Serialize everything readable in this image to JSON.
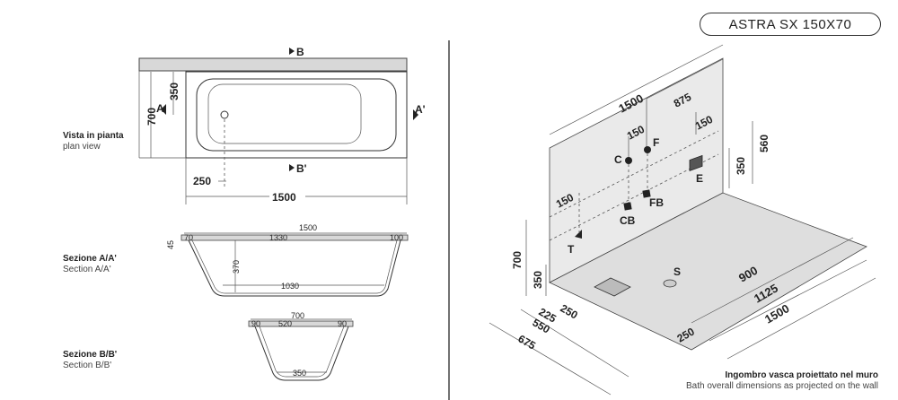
{
  "model": "ASTRA SX 150X70",
  "views": {
    "plan": {
      "title": "Vista in pianta",
      "subtitle": "plan view"
    },
    "section_a": {
      "title": "Sezione A/A'",
      "subtitle": "Section A/A'"
    },
    "section_b": {
      "title": "Sezione B/B'",
      "subtitle": "Section B/B'"
    }
  },
  "plan_dims": {
    "marker_b": "B",
    "marker_b2": "B'",
    "marker_a": "A",
    "marker_a2": "A'",
    "depth": "700",
    "half_depth": "350",
    "drain_offset": "250",
    "length": "1500"
  },
  "section_a_dims": {
    "total": "1500",
    "left_rim": "70",
    "inner": "1330",
    "right_rim": "100",
    "rim_height": "45",
    "depth": "370",
    "bottom": "1030"
  },
  "section_b_dims": {
    "total": "700",
    "left_rim": "90",
    "inner": "520",
    "right_rim": "90",
    "bottom": "350"
  },
  "iso_dims": {
    "length": "1500",
    "f_offset": "875",
    "cf_gap": "150",
    "e_offset": "150",
    "left_offset": "150",
    "height_total": "560",
    "height_e": "350",
    "left_height": "700",
    "left_low": "350",
    "d225": "225",
    "d250a": "250",
    "d550": "550",
    "d675": "675",
    "d250b": "250",
    "d900": "900",
    "d1125": "1125",
    "d1500": "1500"
  },
  "iso_labels": {
    "c": "C",
    "f": "F",
    "cb": "CB",
    "fb": "FB",
    "e": "E",
    "t": "T",
    "s": "S"
  },
  "footer": {
    "title": "Ingombro vasca proiettato nel muro",
    "subtitle": "Bath overall dimensions as projected on the wall"
  }
}
